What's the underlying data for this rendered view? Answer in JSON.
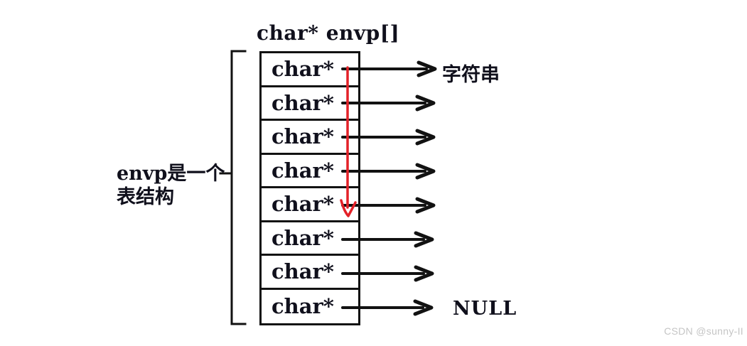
{
  "diagram": {
    "title": "char* envp[]",
    "left_label": {
      "line1": "envp是一个",
      "line2": "表结构"
    },
    "table": {
      "cell_count": 8,
      "rows": [
        {
          "cell": "char*",
          "target": "字符串"
        },
        {
          "cell": "char*",
          "target": ""
        },
        {
          "cell": "char*",
          "target": ""
        },
        {
          "cell": "char*",
          "target": ""
        },
        {
          "cell": "char*",
          "target": ""
        },
        {
          "cell": "char*",
          "target": ""
        },
        {
          "cell": "char*",
          "target": ""
        },
        {
          "cell": "char*",
          "target": "NULL"
        }
      ]
    },
    "colors": {
      "line": "#121212",
      "red_arrow": "#e32128",
      "watermark": "#c5c5c5",
      "background": "#ffffff"
    },
    "watermark": "CSDN @sunny-II"
  }
}
